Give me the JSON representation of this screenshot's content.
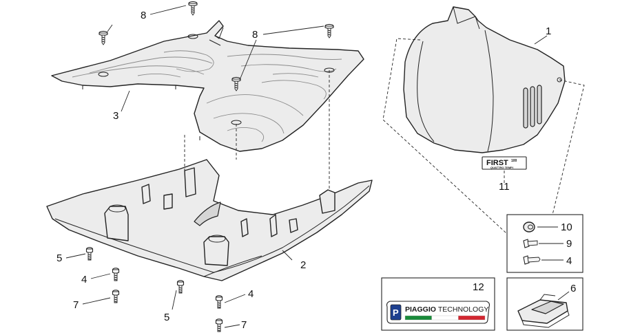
{
  "callouts": {
    "c1": "1",
    "c2": "2",
    "c3": "3",
    "c4a": "4",
    "c4b": "4",
    "c4c": "4",
    "c5a": "5",
    "c5b": "5",
    "c6": "6",
    "c7a": "7",
    "c7b": "7",
    "c8a": "8",
    "c8b": "8",
    "c9": "9",
    "c10": "10",
    "c11": "11",
    "c12": "12"
  },
  "badge": {
    "word": "FIRST",
    "size": "100",
    "subtitle": "QUATTRO TEMPI"
  },
  "logo": {
    "letter": "P",
    "brand_bold": "PIAGGIO",
    "brand_rest": "TECHNOLOGY",
    "flag_colors": [
      "#1a8a3a",
      "#ffffff",
      "#d22630"
    ]
  }
}
